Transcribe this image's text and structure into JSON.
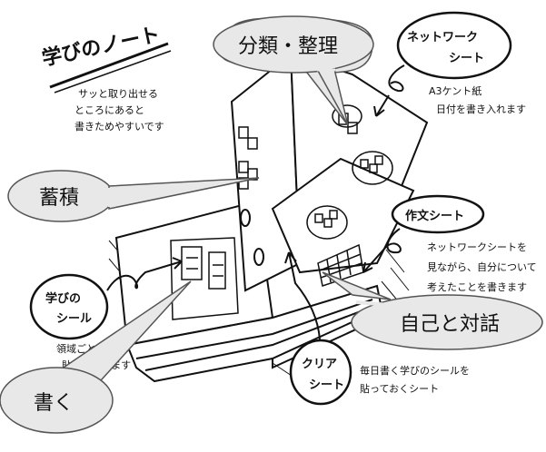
{
  "title": "学びのノート",
  "title_caption": [
    "サッと取り出せる",
    "ところにあると",
    "書きためやすいです"
  ],
  "labels": {
    "network_sheet": [
      "ネットワーク",
      "シート"
    ],
    "network_caption": [
      "A3ケント紙",
      "日付を書き入れます"
    ],
    "essay_sheet": "作文シート",
    "essay_caption": [
      "ネットワークシートを",
      "見ながら、自分について",
      "考えたことを書きます"
    ],
    "study_seal": [
      "学びの",
      "シール"
    ],
    "study_seal_caption": [
      "領域ごとに",
      "貼ってあります"
    ],
    "clear_sheet": [
      "クリア",
      "シート"
    ],
    "clear_caption": [
      "毎日書く学びのシールを",
      "貼っておくシート"
    ]
  },
  "bubbles": {
    "classify": "分類・整理",
    "accumulate": "蓄積",
    "dialogue": "自己と対話",
    "write": "書く"
  }
}
